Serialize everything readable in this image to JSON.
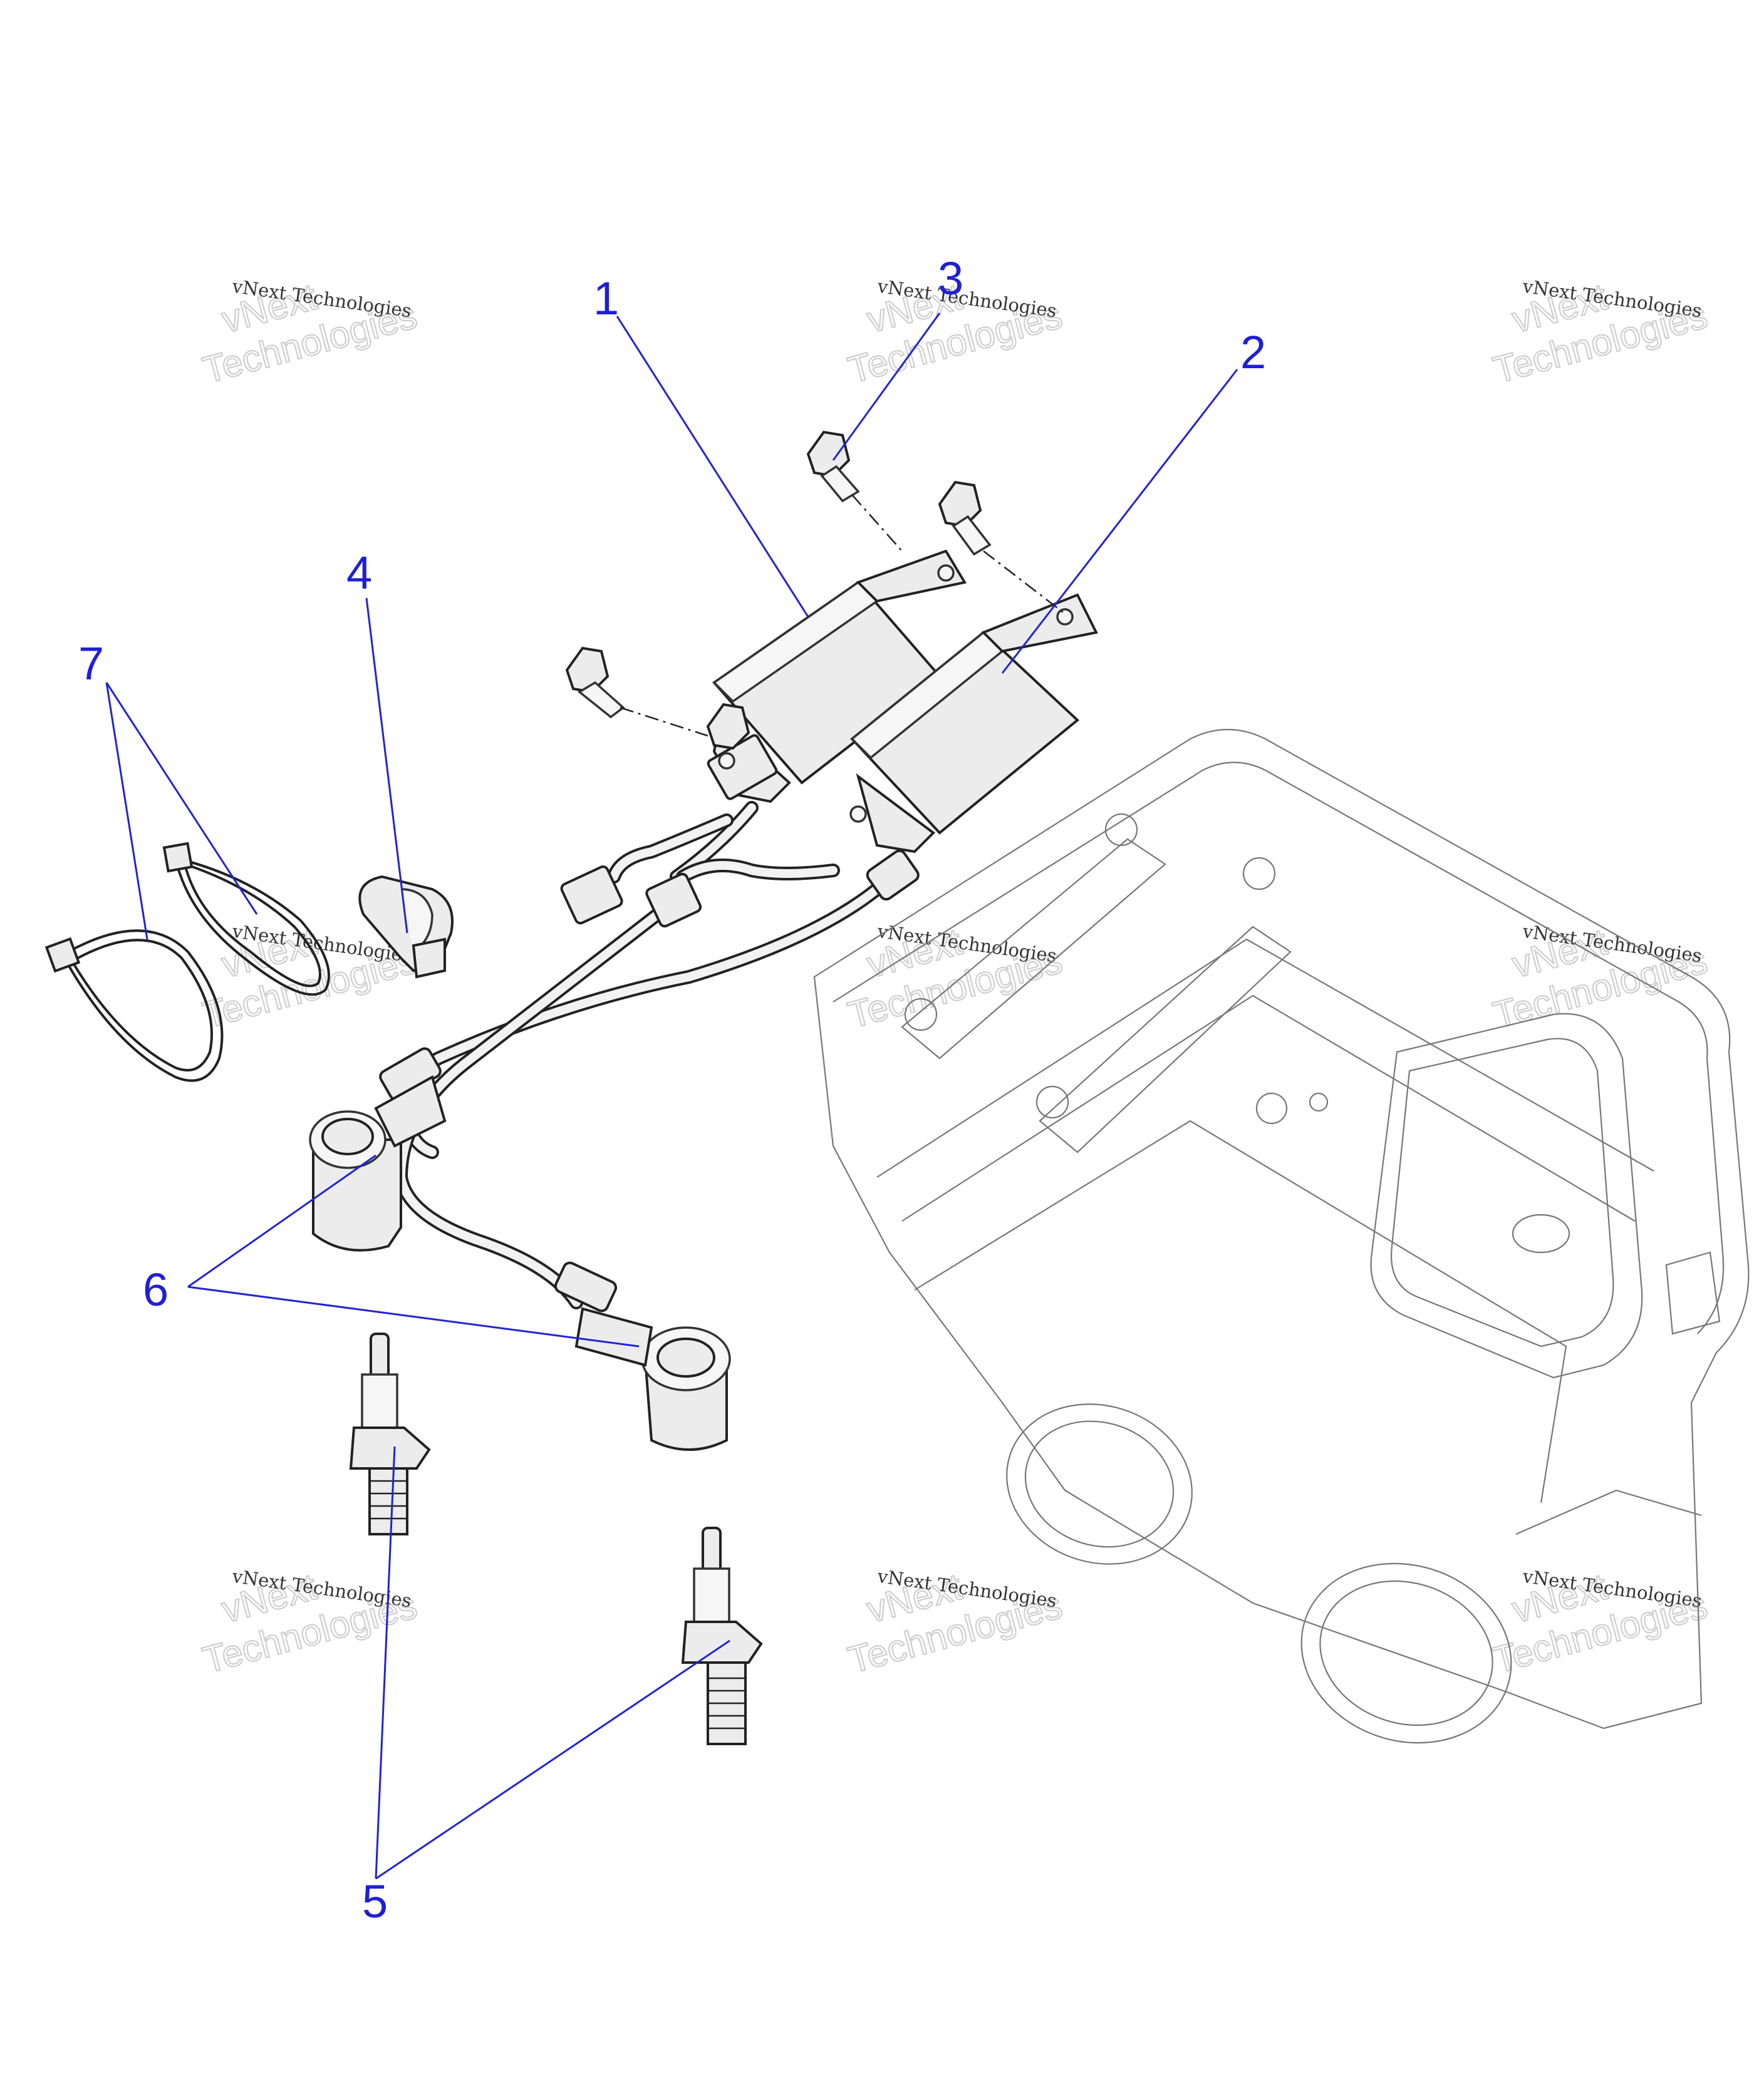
{
  "callouts": [
    {
      "label": "1"
    },
    {
      "label": "2"
    },
    {
      "label": "3"
    },
    {
      "label": "4"
    },
    {
      "label": "5"
    },
    {
      "label": "6"
    },
    {
      "label": "7"
    }
  ],
  "watermark": {
    "line1": "vNext Technologies",
    "big1": "vNext",
    "big2": "Technologies"
  },
  "colors": {
    "callout": "#1f1fd6",
    "line": "#222222",
    "watermark": "#cfcfcf"
  }
}
